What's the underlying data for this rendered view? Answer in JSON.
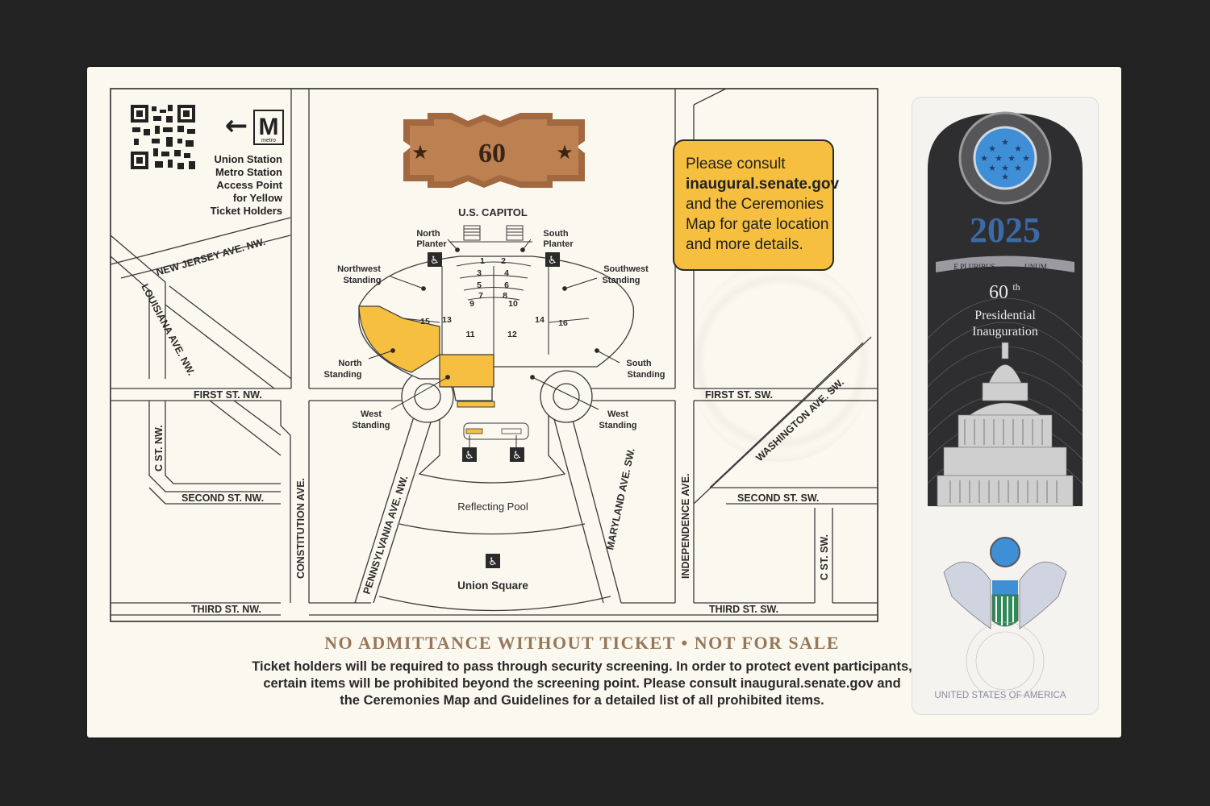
{
  "streets": {
    "new_jersey": "NEW JERSEY AVE. NW.",
    "louisiana": "LOUISIANA AVE. NW.",
    "first_nw": "FIRST ST. NW.",
    "first_sw": "FIRST ST. SW.",
    "c_st_nw": "C ST. NW.",
    "c_st_sw": "C ST. SW.",
    "second_nw": "SECOND ST. NW.",
    "second_sw": "SECOND ST. SW.",
    "third_nw": "THIRD ST. NW.",
    "third_sw": "THIRD ST. SW.",
    "constitution": "CONSTITUTION AVE.",
    "independence": "INDEPENDENCE AVE.",
    "pennsylvania": "PENNSYLVANIA AVE. NW.",
    "maryland": "MARYLAND AVE. SW.",
    "washington": "WASHINGTON AVE. SW."
  },
  "areas": {
    "capitol": "U.S. CAPITOL",
    "north_planter": [
      "North",
      "Planter"
    ],
    "south_planter": [
      "South",
      "Planter"
    ],
    "northwest_standing": [
      "Northwest",
      "Standing"
    ],
    "southwest_standing": [
      "Southwest",
      "Standing"
    ],
    "north_standing": [
      "North",
      "Standing"
    ],
    "south_standing": [
      "South",
      "Standing"
    ],
    "west_standing_left": [
      "West",
      "Standing"
    ],
    "west_standing_right": [
      "West",
      "Standing"
    ],
    "reflecting_pool": "Reflecting Pool",
    "union_square": "Union Square"
  },
  "sections": [
    "1",
    "2",
    "3",
    "4",
    "5",
    "6",
    "7",
    "8",
    "9",
    "10",
    "11",
    "12",
    "13",
    "14",
    "15",
    "16"
  ],
  "metro": {
    "letter": "M",
    "sub": "metro",
    "arrow": "←",
    "lines": [
      "Union Station",
      "Metro Station",
      "Access Point",
      "for Yellow",
      "Ticket Holders"
    ]
  },
  "seal_number": "60",
  "notice": {
    "line1": "Please consult",
    "link": "inaugural.senate.gov",
    "line3": "and the Ceremonies",
    "line4": "Map for gate location",
    "line5": "and more details."
  },
  "footer": {
    "title": "NO ADMITTANCE WITHOUT TICKET  •  NOT FOR SALE",
    "lines": [
      "Ticket holders will be required to pass through security screening. In order to protect event participants,",
      "certain items will be prohibited beyond the screening point. Please consult inaugural.senate.gov and",
      "the Ceremonies Map and Guidelines for a detailed list of all prohibited items."
    ]
  },
  "hologram": {
    "year": "2025",
    "motto_left": "E PLURIBUS",
    "motto_right": "UNUM",
    "ordinal": "60",
    "ordinal_suffix": "th",
    "line1": "Presidential",
    "line2": "Inauguration",
    "country": "UNITED STATES OF AMERICA"
  },
  "colors": {
    "highlight": "#f6bf3f",
    "ink": "#2b2b2b",
    "gold_text": "#96775a",
    "card": "#fbf8ef",
    "background": "#232323"
  }
}
